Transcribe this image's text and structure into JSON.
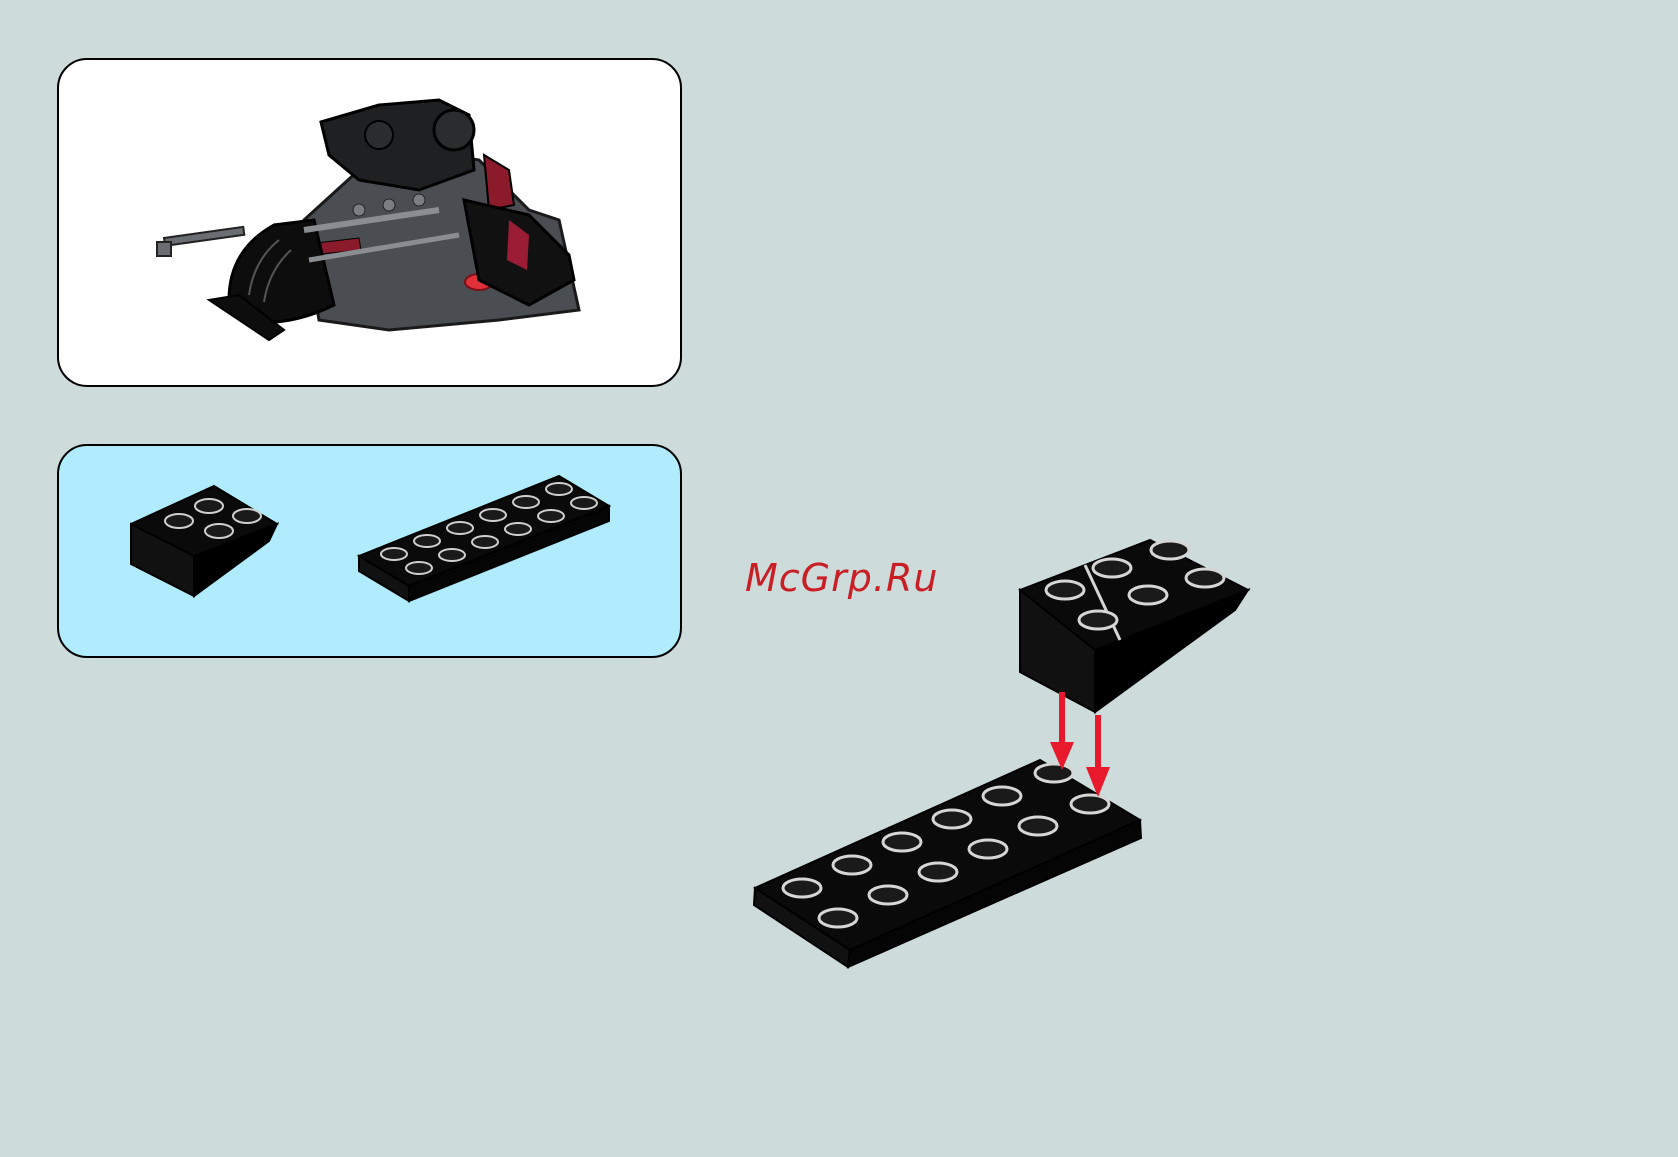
{
  "page": {
    "background_color": "#cddbdb"
  },
  "preview_panel": {
    "background_color": "#ffffff",
    "image": "lego-vehicle-model"
  },
  "parts_panel": {
    "background_color": "#b0ecfd",
    "parts": [
      {
        "name": "inverted-slope-brick-2x2",
        "color": "#000000"
      },
      {
        "name": "plate-2x6",
        "color": "#000000"
      }
    ]
  },
  "watermark": {
    "text": "McGrp.Ru",
    "color": "#c81e24"
  },
  "assembly": {
    "arrow_color": "#e8192c",
    "step_parts": [
      "inverted-slope-brick-2x2",
      "plate-2x6"
    ]
  }
}
